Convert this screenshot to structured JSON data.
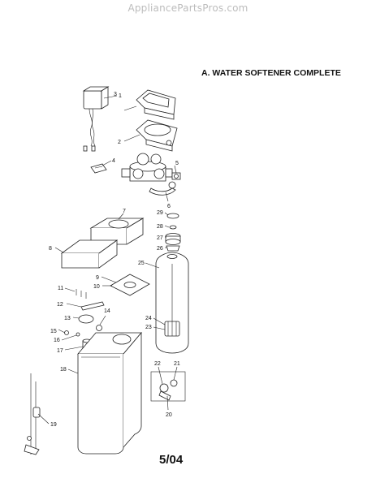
{
  "header": {
    "watermark": "AppliancePartsPros.com"
  },
  "section": {
    "title": "A.  WATER SOFTENER COMPLETE"
  },
  "footer": {
    "page_code": "5/04"
  },
  "callouts": [
    {
      "id": "c1",
      "text": "1"
    },
    {
      "id": "c2",
      "text": "2"
    },
    {
      "id": "c3",
      "text": "3"
    },
    {
      "id": "c4",
      "text": "4"
    },
    {
      "id": "c5",
      "text": "5"
    },
    {
      "id": "c6",
      "text": "6"
    },
    {
      "id": "c7",
      "text": "7"
    },
    {
      "id": "c8",
      "text": "8"
    },
    {
      "id": "c9",
      "text": "9"
    },
    {
      "id": "c10",
      "text": "10"
    },
    {
      "id": "c11",
      "text": "11"
    },
    {
      "id": "c12",
      "text": "12"
    },
    {
      "id": "c13",
      "text": "13"
    },
    {
      "id": "c14",
      "text": "14"
    },
    {
      "id": "c15",
      "text": "15"
    },
    {
      "id": "c16",
      "text": "16"
    },
    {
      "id": "c17",
      "text": "17"
    },
    {
      "id": "c18",
      "text": "18"
    },
    {
      "id": "c19",
      "text": "19"
    },
    {
      "id": "c20",
      "text": "20"
    },
    {
      "id": "c21",
      "text": "21"
    },
    {
      "id": "c22",
      "text": "22"
    },
    {
      "id": "c23",
      "text": "23"
    },
    {
      "id": "c24",
      "text": "24"
    },
    {
      "id": "c25",
      "text": "25"
    },
    {
      "id": "c26",
      "text": "26"
    },
    {
      "id": "c27",
      "text": "27"
    },
    {
      "id": "c28",
      "text": "28"
    },
    {
      "id": "c29",
      "text": "29"
    }
  ]
}
